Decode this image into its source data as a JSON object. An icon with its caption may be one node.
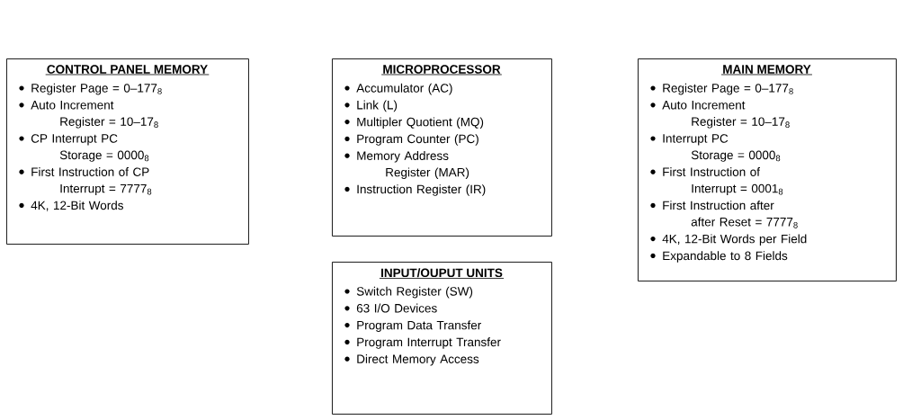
{
  "diagram": {
    "nodes": [
      {
        "text": [
          "CONTROL PANEL MEMORY",
          "Register Page = 0–177$_{8}$",
          "Auto Increment Register = 10–17$_{8}$",
          "CP Interrupt PC Storage = 0000$_{8}$",
          "First Instruction of CP Interrupt = 7777$_{8}$",
          "4K, 12-Bit Words"
        ]
      },
      {
        "text": [
          "MICROPROCESSOR",
          "Accumulator (AC)",
          "Link (L)",
          "Multipler Quotient (MQ)",
          "Program Counter (PC)",
          "Memory Address Register (MAR)",
          "Instruction Register (IR)"
        ]
      },
      {
        "text": [
          "MAIN MEMORY",
          "Register Page = 0–177$_{8}$",
          "Auto Increment Register = 10–17$_{8}$",
          "Interrupt PC Storage = 0000$_{8}$",
          "First Instruction of Interrupt = 0001$_{8}$",
          "First Instruction after after Reset = 7777$_{8}$",
          "4K, 12-Bit Words per Field",
          "Expandable to 8 Fields"
        ]
      },
      {
        "text": [
          "INPUT/OUPUT UNITS",
          "Switch Register (SW)",
          "63 I/O Devices",
          "Program Data Transfer",
          "Program Interrupt Transfer",
          "Direct Memory Access"
        ]
      }
    ]
  }
}
